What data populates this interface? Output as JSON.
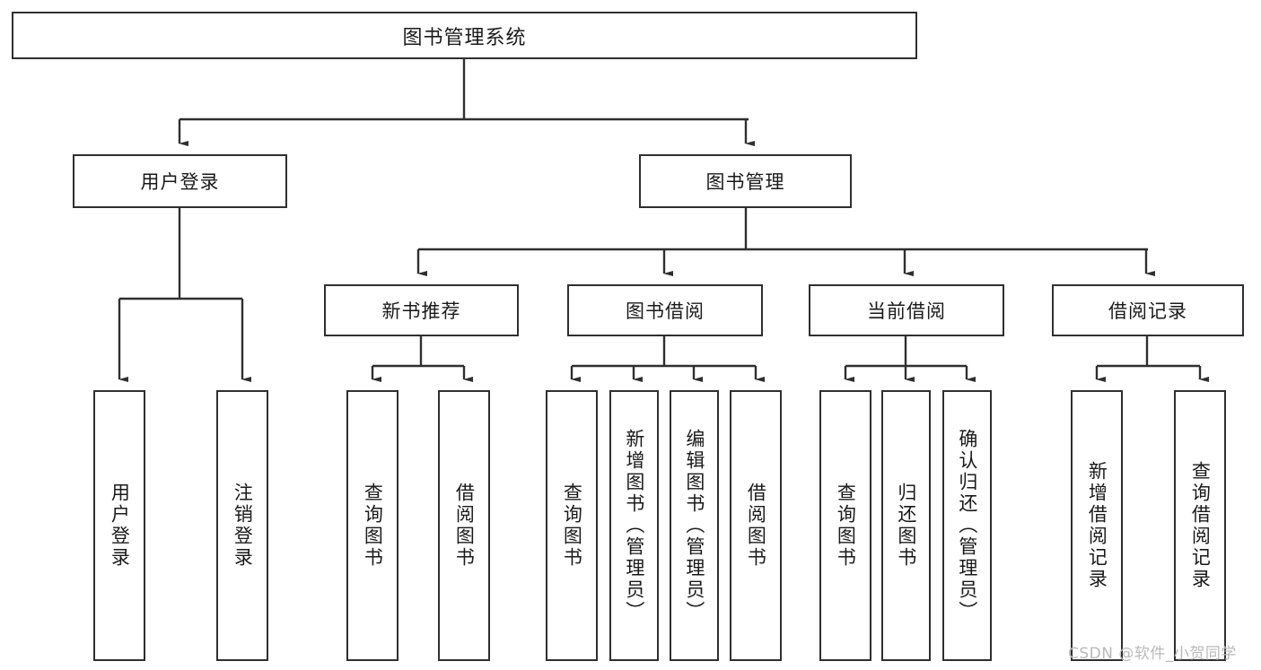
{
  "diagram": {
    "title": "图书管理系统",
    "watermark": "CSDN @软件_小贺同学",
    "colors": {
      "border": "#2f2f2f",
      "background": "#ffffff",
      "text": "#1a1a1a",
      "watermark": "#b9b9b9"
    },
    "root": {
      "label": "图书管理系统"
    },
    "level2": [
      {
        "id": "user-login",
        "label": "用户登录"
      },
      {
        "id": "book-management",
        "label": "图书管理"
      }
    ],
    "level3": [
      {
        "id": "new-book-recommend",
        "label": "新书推荐"
      },
      {
        "id": "book-borrow",
        "label": "图书借阅"
      },
      {
        "id": "current-borrow",
        "label": "当前借阅"
      },
      {
        "id": "borrow-record",
        "label": "借阅记录"
      }
    ],
    "leaves": [
      {
        "id": "leaf-user-login",
        "label": "用户登录",
        "parent": "user-login"
      },
      {
        "id": "leaf-logout-login",
        "label": "注销登录",
        "parent": "user-login"
      },
      {
        "id": "leaf-query-book-1",
        "label": "查询图书",
        "parent": "new-book-recommend"
      },
      {
        "id": "leaf-borrow-book-1",
        "label": "借阅图书",
        "parent": "new-book-recommend"
      },
      {
        "id": "leaf-query-book-2",
        "label": "查询图书",
        "parent": "book-borrow"
      },
      {
        "id": "leaf-add-book",
        "label": "新增图书（管理员）",
        "parent": "book-borrow"
      },
      {
        "id": "leaf-edit-book",
        "label": "编辑图书（管理员）",
        "parent": "book-borrow"
      },
      {
        "id": "leaf-borrow-book-2",
        "label": "借阅图书",
        "parent": "book-borrow"
      },
      {
        "id": "leaf-query-book-3",
        "label": "查询图书",
        "parent": "current-borrow"
      },
      {
        "id": "leaf-return-book",
        "label": "归还图书",
        "parent": "current-borrow"
      },
      {
        "id": "leaf-confirm-return",
        "label": "确认归还（管理员）",
        "parent": "current-borrow"
      },
      {
        "id": "leaf-add-record",
        "label": "新增借阅记录",
        "parent": "borrow-record"
      },
      {
        "id": "leaf-query-record",
        "label": "查询借阅记录",
        "parent": "borrow-record"
      }
    ]
  }
}
